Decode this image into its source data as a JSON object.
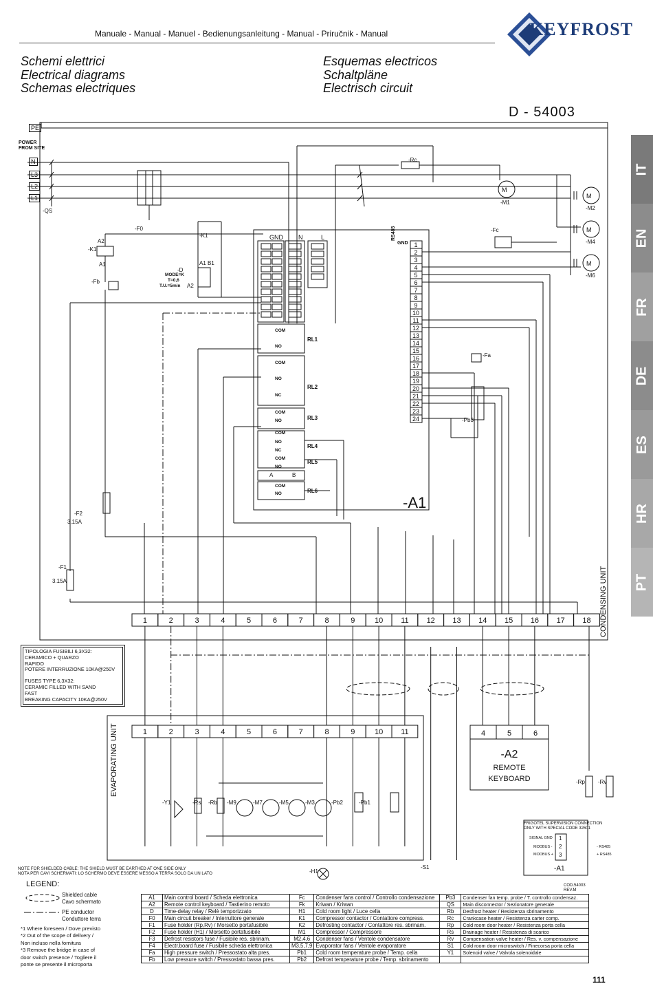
{
  "header": {
    "manual_line": "Manuale - Manual - Manuel - Bedienungsanleitung - Manual - Priručnik - Manual",
    "brand": "KEYFROST"
  },
  "titles_left": [
    "Schemi elettrici",
    "Electrical diagrams",
    "Schemas electriques"
  ],
  "titles_right": [
    "Esquemas electricos",
    "Schaltpläne",
    "Electrisch circuit"
  ],
  "doc_id": "D - 54003",
  "language_tabs": [
    {
      "label": "IT",
      "color": "#7a7a7a"
    },
    {
      "label": "EN",
      "color": "#8c8c8c"
    },
    {
      "label": "FR",
      "color": "#a0a0a0"
    },
    {
      "label": "DE",
      "color": "#8c8c8c"
    },
    {
      "label": "ES",
      "color": "#9a9a9a"
    },
    {
      "label": "HR",
      "color": "#a8a8a8"
    },
    {
      "label": "PT",
      "color": "#b5b5b5"
    }
  ],
  "diagram": {
    "power_label_1": "POWER",
    "power_label_2": "FROM SITE",
    "pe": "PE",
    "lines": [
      "N",
      "L3",
      "L2",
      "L1"
    ],
    "qs": "-QS",
    "f0": "-F0",
    "k1": "-K1",
    "a1_label": "-A1",
    "m1": "-M1",
    "m2": "-M2",
    "m4": "-M4",
    "m6": "-M6",
    "fc": "-Fc",
    "fa": "-Fa",
    "pb3": "-Pb3",
    "rc": "-Rc",
    "fb": "-Fb",
    "d": "-D",
    "f1": "-F1",
    "f2": "-F2",
    "fuse_rating": "3.15A",
    "mode_text": "MODE=K",
    "t_text": "T=0,6",
    "tu_text": "T.U.=5min",
    "gnd": "GND",
    "n": "N",
    "l": "L",
    "relays": [
      "RL1",
      "RL2",
      "RL3",
      "RL4",
      "RL5",
      "RL6"
    ],
    "rs485": "RS485",
    "ab": [
      "A",
      "B"
    ],
    "terminals_top": [
      "1",
      "2",
      "3",
      "4",
      "5",
      "6",
      "7",
      "8",
      "9",
      "10",
      "11",
      "12",
      "13",
      "14",
      "15",
      "16",
      "17",
      "18"
    ],
    "terminals_bottom": [
      "1",
      "2",
      "3",
      "4",
      "5",
      "6",
      "7",
      "8",
      "9",
      "10",
      "11"
    ],
    "board_terminals": [
      "1",
      "2",
      "3",
      "4",
      "5",
      "6",
      "7",
      "8",
      "9",
      "10",
      "11",
      "12",
      "13",
      "14",
      "15",
      "16",
      "17",
      "18",
      "19",
      "20",
      "21",
      "22",
      "23",
      "24"
    ],
    "condensing_unit": "CONDENSING UNIT",
    "evaporating_unit": "EVAPORATING UNIT",
    "evap_components": [
      "-Y1",
      "-Rs",
      "-Rb",
      "-M9",
      "-M7",
      "-M5",
      "-M3",
      "-Pb2",
      "-Pb1"
    ],
    "h1": "-H1",
    "s1": "-S1",
    "rp": "-Rp",
    "rv": "-Rv",
    "a2": {
      "label": "-A2",
      "line1": "REMOTE",
      "line2": "KEYBOARD",
      "terminals": [
        "4",
        "5",
        "6"
      ]
    },
    "frigotel": {
      "title1": "FRIGOTEL SUPERVISION CONNECTION",
      "title2": "ONLY WITH SPECIAL CODE 32601",
      "signal_gnd": "SIGNAL GND",
      "modbus_minus": "MODBUS -",
      "modbus_plus": "MODBUS +",
      "rs485_minus": "- RS485",
      "rs485_plus": "+ RS485",
      "a1": "-A1"
    }
  },
  "fuse_notes": [
    "TIPOLOGIA FUSIBILI 6,3X32:",
    "CERAMICO + QUARZO",
    "RAPIDO",
    "POTERE INTERRUZIONE 10KA@250V",
    "",
    "FUSES TYPE 6,3X32:",
    "CERAMIC FILLED WITH SAND",
    "FAST",
    "BREAKING CAPACITY 10KA@250V"
  ],
  "shield_note": [
    "NOTE FOR SHIELDED CABLE: THE SHIELD MUST BE EARTHED AT ONE SIDE ONLY",
    "NOTA PER CAVI SCHERMATI: LO SCHERMO DEVE ESSERE MESSO A TERRA SOLO DA UN LATO"
  ],
  "legend": {
    "title": "LEGEND:",
    "shielded": [
      "Shielded cable",
      "Cavo schermato"
    ],
    "pe": [
      "PE conductor",
      "Conduttore terra"
    ],
    "footnotes": [
      "*1 Where foreseen  / Dove previsto",
      "*2 Out of the scope of delivery /",
      "     Non incluso nella fornitura",
      "*3 Remove the bridge in case of",
      "door switch presence / Togliere il",
      "ponte se presente il microporta"
    ]
  },
  "cod": [
    "COD.54003",
    "REV.M"
  ],
  "legend_table": [
    [
      "A1",
      "Main control board / Scheda elettronica",
      "Fc",
      "Condenser fans control / Controllo condensazione",
      "Pb3",
      "Condenser fan temp. probe / T. controllo condensaz."
    ],
    [
      "A2",
      "Remote control keyboard / Tastierino remoto",
      "Fk",
      "Kriwan / Kriwan",
      "QS",
      "Main disconnector / Sezionatore generale"
    ],
    [
      "D",
      "Time-delay relay / Relè temporizzato",
      "H1",
      "Cold room light / Luce cella",
      "Rb",
      "Desfrost heater / Resistenza sbrinamento"
    ],
    [
      "F0",
      "Main circuit breaker / Interruttore generale",
      "K1",
      "Compressor contactor / Contattore compress.",
      "Rc",
      "Crankcase heater / Resistenza carter comp."
    ],
    [
      "F1",
      "Fuse holder (Rp,Rv) / Morsetto portafusibile",
      "K2",
      "Defrosting contactor / Contattore res. sbrinam.",
      "Rp",
      "Cold room door heater / Resistenza porta cella"
    ],
    [
      "F2",
      "Fuse holder (H1) / Morsetto portafusibile",
      "M1",
      "Compressor / Compressore",
      "Rs",
      "Drainage heater / Resistenza di scarico"
    ],
    [
      "F3",
      "Defrost resistors fuse / Fusibile res. sbrinam.",
      "M2,4,6",
      "Condenser fans / Ventole condensatore",
      "Rv",
      "Compensation valve heater / Res. v. compensazione"
    ],
    [
      "F4",
      "Electr.board fuse / Fusibile scheda elettronica",
      "M3,5,7,9",
      "Evaporator fans / Ventole evaporatore",
      "S1",
      "Cold room door microswitch / Finecorsa porta cella"
    ],
    [
      "Fa",
      "High pressure switch / Pressostato alta pres.",
      "Pb1",
      "Cold room temperature probe / Temp. cella",
      "Y1",
      "Solenoid valve / Valvola solenoidale"
    ],
    [
      "Fb",
      "Low pressure switch / Pressostato bassa pres.",
      "Pb2",
      "Defrost temperature probe / Temp. sbrinamento",
      "",
      ""
    ]
  ],
  "page_number": "111"
}
